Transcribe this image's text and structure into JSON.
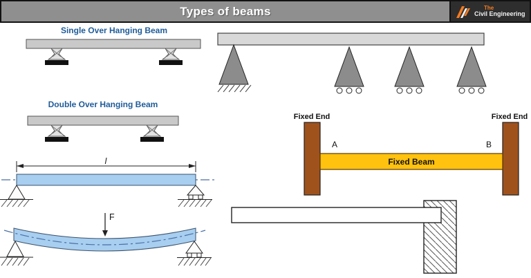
{
  "header": {
    "title": "Types of beams",
    "logo": {
      "line1": "The",
      "line2": "Civil Engineering"
    }
  },
  "labels": {
    "single_overhang": "Single Over Hanging Beam",
    "double_overhang": "Double Over Hanging Beam",
    "span_length": "l",
    "force": "F",
    "fixed_end_left": "Fixed End",
    "fixed_end_right": "Fixed End",
    "point_a": "A",
    "point_b": "B",
    "fixed_beam": "Fixed Beam"
  },
  "colors": {
    "header_bar": "#8f8f8f",
    "header_frame": "#111111",
    "logo_bg": "#2e2e2e",
    "logo_orange": "#f47b20",
    "label_blue": "#1f5c99",
    "beam_gray": "#c9c9c9",
    "beam_gray_light": "#d8d8d8",
    "support_gray": "#8c8c8c",
    "beam_blue": "#a8cef0",
    "centerline_blue": "#4a6fa5",
    "post_brown": "#a0521d",
    "beam_amber": "#ffc20e"
  }
}
